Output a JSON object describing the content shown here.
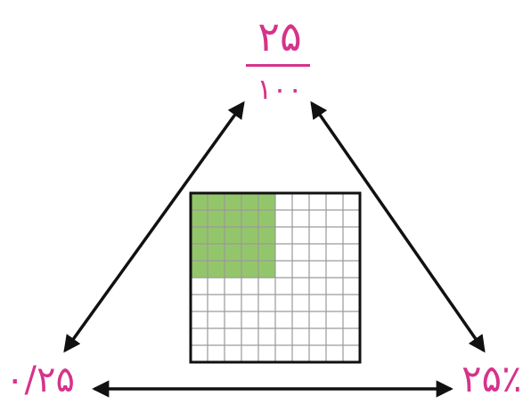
{
  "fraction": {
    "numerator": "۲۵",
    "denominator": "۱۰۰"
  },
  "decimal": "۰/۲۵",
  "percent": "۲۵٪",
  "grid": {
    "rows": 10,
    "cols": 10,
    "shaded_rows": 5,
    "shaded_cols": 5,
    "shaded_fraction": 0.25
  },
  "colors": {
    "label": "#d6338a",
    "shaded": "#93c66a",
    "grid_line": "#9a9a9a",
    "arrow": "#111111"
  }
}
